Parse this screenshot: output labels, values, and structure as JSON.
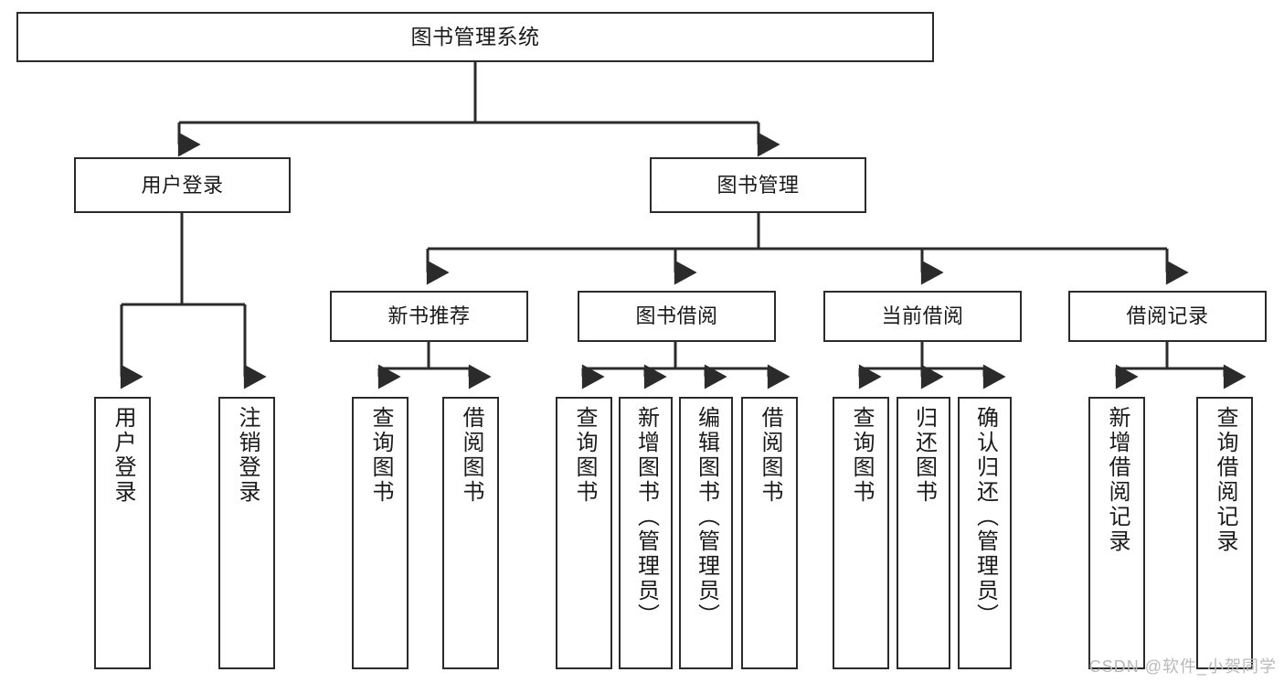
{
  "diagram": {
    "title": "图书管理系统",
    "type": "function-tree",
    "watermark": "CSDN @软件_小贺同学",
    "colors": {
      "stroke": "#2b2b2b",
      "fill": "#ffffff",
      "text": "#1a1a1a",
      "watermark": "#b9b9b9"
    },
    "nodes": {
      "root": {
        "label": "图书管理系统"
      },
      "level1": [
        {
          "id": "user-login",
          "label": "用户登录"
        },
        {
          "id": "book-manage",
          "label": "图书管理"
        }
      ],
      "level2": [
        {
          "id": "new-book-recommend",
          "label": "新书推荐"
        },
        {
          "id": "book-borrow",
          "label": "图书借阅"
        },
        {
          "id": "current-borrow",
          "label": "当前借阅"
        },
        {
          "id": "borrow-record",
          "label": "借阅记录"
        }
      ],
      "leaves": [
        {
          "id": "leaf-user-login",
          "label": "用户登录",
          "parent": "user-login"
        },
        {
          "id": "leaf-logout",
          "label": "注销登录",
          "parent": "user-login"
        },
        {
          "id": "leaf-query-book-1",
          "label": "查询图书",
          "parent": "new-book-recommend"
        },
        {
          "id": "leaf-borrow-book-1",
          "label": "借阅图书",
          "parent": "new-book-recommend"
        },
        {
          "id": "leaf-query-book-2",
          "label": "查询图书",
          "parent": "book-borrow"
        },
        {
          "id": "leaf-add-book",
          "label": "新增图书（管理员）",
          "parent": "book-borrow"
        },
        {
          "id": "leaf-edit-book",
          "label": "编辑图书（管理员）",
          "parent": "book-borrow"
        },
        {
          "id": "leaf-borrow-book-2",
          "label": "借阅图书",
          "parent": "book-borrow"
        },
        {
          "id": "leaf-query-book-3",
          "label": "查询图书",
          "parent": "current-borrow"
        },
        {
          "id": "leaf-return-book",
          "label": "归还图书",
          "parent": "current-borrow"
        },
        {
          "id": "leaf-confirm-return",
          "label": "确认归还（管理员）",
          "parent": "current-borrow"
        },
        {
          "id": "leaf-add-record",
          "label": "新增借阅记录",
          "parent": "borrow-record"
        },
        {
          "id": "leaf-query-record",
          "label": "查询借阅记录",
          "parent": "borrow-record"
        }
      ]
    }
  }
}
